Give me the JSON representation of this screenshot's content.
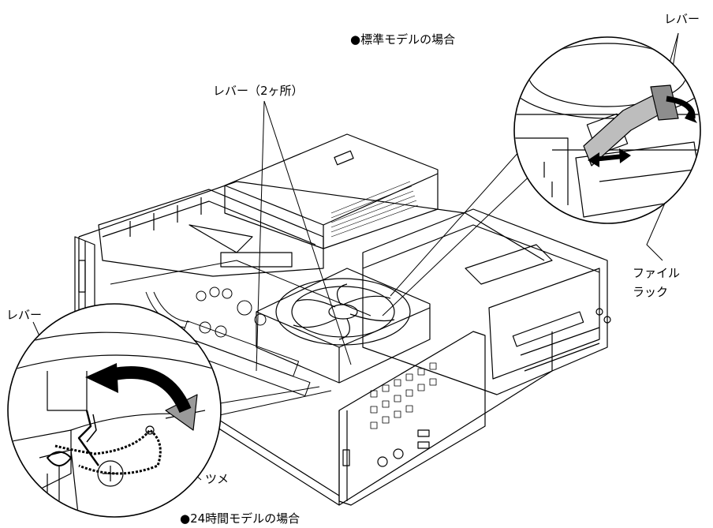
{
  "labels": {
    "standard_model": "●標準モデルの場合",
    "lever_top_right": "レバー",
    "lever_two_places": "レバー（2ヶ所）",
    "file_rack_line1": "ファイル",
    "file_rack_line2": "ラック",
    "lever_left": "レバー",
    "tab": "ツメ",
    "model_24h": "●24時間モデルの場合"
  }
}
